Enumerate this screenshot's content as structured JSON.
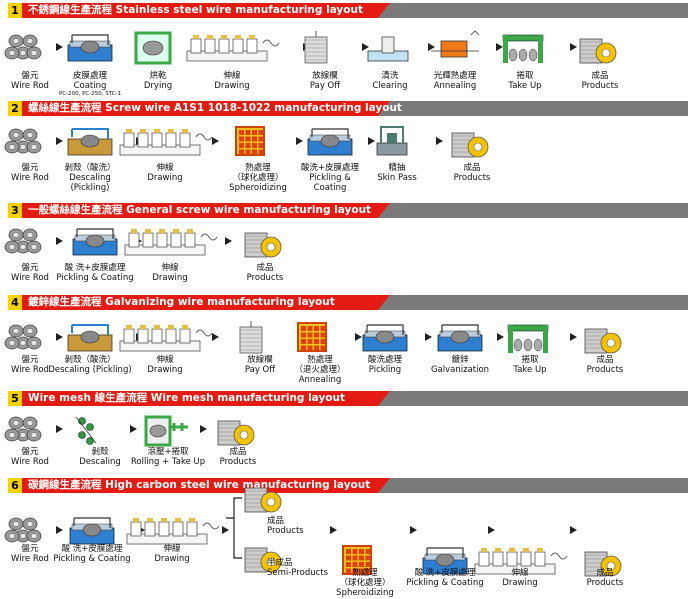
{
  "sections": [
    {
      "number": "1",
      "title": "不銹鋼線生產流程    Stainless steel wire manufacturing layout",
      "steps": [
        {
          "zh": "盤元",
          "en": "Wire Rod",
          "icon": "wire-rod-icon"
        },
        {
          "zh": "皮膜處理",
          "en": "Coating",
          "note": "PC-200, PC-250, STC-1",
          "icon": "coating-tank-icon"
        },
        {
          "zh": "烘乾",
          "en": "Drying",
          "icon": "drying-oven-icon"
        },
        {
          "zh": "伸線",
          "en": "Drawing",
          "icon": "drawing-machine-icon"
        },
        {
          "zh": "放線欄",
          "en": "Pay Off",
          "icon": "pay-off-icon"
        },
        {
          "zh": "清洗",
          "en": "Clearing",
          "icon": "clearing-tank-icon"
        },
        {
          "zh": "光輝熱處理",
          "en": "Annealing",
          "icon": "annealing-furnace-icon"
        },
        {
          "zh": "捲取",
          "en": "Take Up",
          "icon": "take-up-icon"
        },
        {
          "zh": "成品",
          "en": "Products",
          "icon": "product-coil-icon"
        }
      ]
    },
    {
      "number": "2",
      "title": "螺絲線生產流程    Screw wire A1S1 1018-1022 manufacturing layout",
      "steps": [
        {
          "zh": "盤元",
          "en": "Wire Rod",
          "icon": "wire-rod-icon"
        },
        {
          "zh": "剝殼（酸洗）",
          "en": "Descaling\n(Pickling)",
          "icon": "descaling-tank-icon"
        },
        {
          "zh": "伸線",
          "en": "Drawing",
          "icon": "drawing-machine-icon"
        },
        {
          "zh": "熱處理\n（球化處理）",
          "en": "Spheroidizing",
          "icon": "heat-treatment-icon"
        },
        {
          "zh": "酸洗+皮膜處理",
          "en": "Pickling &\nCoating",
          "icon": "coating-tank-icon"
        },
        {
          "zh": "精抽",
          "en": "Skin Pass",
          "icon": "skin-pass-icon"
        },
        {
          "zh": "成品",
          "en": "Products",
          "icon": "product-coil-icon"
        }
      ]
    },
    {
      "number": "3",
      "title": "一般螺絲線生產流程    General screw wire manufacturing layout",
      "steps": [
        {
          "zh": "盤元",
          "en": "Wire Rod",
          "icon": "wire-rod-icon"
        },
        {
          "zh": "酸 洗+皮膜處理",
          "en": "Pickling & Coating",
          "icon": "coating-tank-icon"
        },
        {
          "zh": "伸線",
          "en": "Drawing",
          "icon": "drawing-machine-icon"
        },
        {
          "zh": "成品",
          "en": "Products",
          "icon": "product-coil-icon"
        }
      ]
    },
    {
      "number": "4",
      "title": "鍍鋅線生產流程    Galvanizing wire manufacturing layout",
      "steps": [
        {
          "zh": "盤元",
          "en": "Wire Rod",
          "icon": "wire-rod-icon"
        },
        {
          "zh": "剝殼（酸洗）",
          "en": "Descaling (Pickling)",
          "icon": "descaling-tank-icon"
        },
        {
          "zh": "伸線",
          "en": "Drawing",
          "icon": "drawing-machine-icon"
        },
        {
          "zh": "放線欄",
          "en": "Pay Off",
          "icon": "pay-off-icon"
        },
        {
          "zh": "熱處理\n（退火處理）",
          "en": "Annealing",
          "icon": "heat-treatment-icon"
        },
        {
          "zh": "酸洗處理",
          "en": "Pickling",
          "icon": "pickling-tank-icon"
        },
        {
          "zh": "鍍鋅",
          "en": "Galvanization",
          "icon": "galvanizing-tank-icon"
        },
        {
          "zh": "捲取",
          "en": "Take Up",
          "icon": "take-up-icon"
        },
        {
          "zh": "成品",
          "en": "Products",
          "icon": "product-coil-icon"
        }
      ]
    },
    {
      "number": "5",
      "title": "Wire mesh 線生產流程    Wire mesh manufacturing layout",
      "steps": [
        {
          "zh": "盤元",
          "en": "Wire Rod",
          "icon": "wire-rod-icon"
        },
        {
          "zh": "剝殼",
          "en": "Descaling",
          "icon": "descaling-rollers-icon"
        },
        {
          "zh": "滾壓+捲取",
          "en": "Rolling + Take Up",
          "icon": "rolling-machine-icon"
        },
        {
          "zh": "成品",
          "en": "Products",
          "icon": "product-coil-icon"
        }
      ]
    },
    {
      "number": "6",
      "title": "碳鋼線生產流程    High carbon steel wire manufacturing layout",
      "steps": [
        {
          "zh": "盤元",
          "en": "Wire Rod",
          "icon": "wire-rod-icon"
        },
        {
          "zh": "酸 洗+皮膜處理",
          "en": "Pickling & Coating",
          "icon": "coating-tank-icon"
        },
        {
          "zh": "伸線",
          "en": "Drawing",
          "icon": "drawing-machine-icon"
        },
        {
          "zh": "成品",
          "en": "Products",
          "icon": "product-coil-icon"
        },
        {
          "zh": "半成品",
          "en": "Semi-Products",
          "icon": "semi-product-coil-icon"
        },
        {
          "zh": "熱處理\n（球化處理）",
          "en": "Spheroidizing",
          "icon": "heat-treatment-icon"
        },
        {
          "zh": "酸 洗+皮膜處理",
          "en": "Pickling & Coating",
          "icon": "coating-tank-icon"
        },
        {
          "zh": "伸線",
          "en": "Drawing",
          "icon": "drawing-machine-icon"
        },
        {
          "zh": "成品",
          "en": "Products",
          "icon": "product-coil-icon"
        }
      ]
    }
  ],
  "colors": {
    "header_red": "#e31b12",
    "header_grey": "#7a7a7a",
    "number_yellow": "#f6d200",
    "tank_blue": "#2e7fd0",
    "machine_green": "#3aa845",
    "coil_yellow": "#f2c400"
  }
}
